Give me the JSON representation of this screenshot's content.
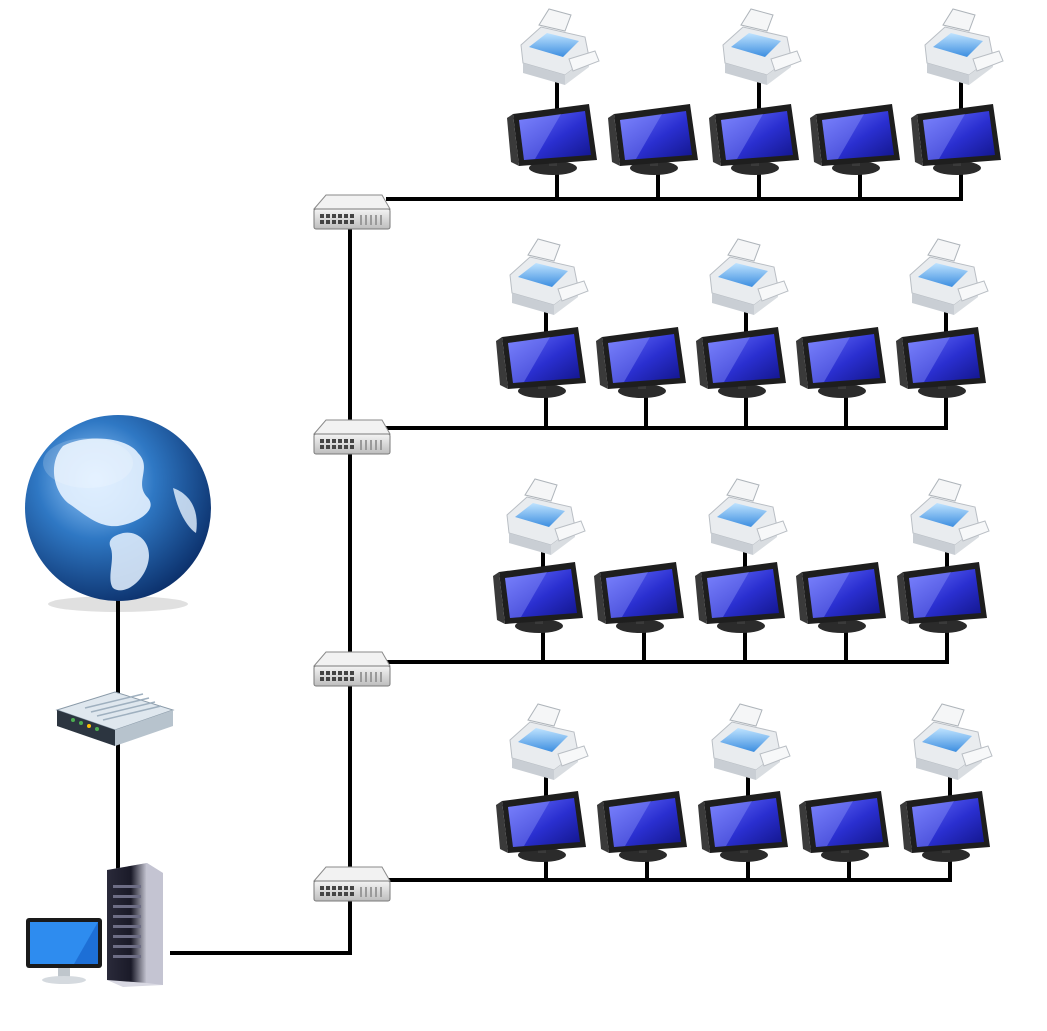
{
  "title": "",
  "diagram": {
    "type": "network-topology",
    "nodes": {
      "internet": {
        "icon": "globe-icon"
      },
      "modem": {
        "icon": "modem-icon"
      },
      "server": {
        "icon": "server-tower-icon"
      },
      "admin_workstation": {
        "icon": "desktop-monitor-icon"
      }
    },
    "switch_rows": [
      {
        "switch_icon": "network-switch-icon",
        "computers": 5,
        "printers_above_computers": [
          1,
          3,
          5
        ]
      },
      {
        "switch_icon": "network-switch-icon",
        "computers": 5,
        "printers_above_computers": [
          1,
          3,
          5
        ]
      },
      {
        "switch_icon": "network-switch-icon",
        "computers": 5,
        "printers_above_computers": [
          1,
          3,
          5
        ]
      },
      {
        "switch_icon": "network-switch-icon",
        "computers": 5,
        "printers_above_computers": [
          1,
          3,
          5
        ]
      }
    ],
    "computer_icon": "computer-monitor-icon",
    "printer_icon": "printer-icon",
    "link_color": "#000000",
    "screen_color": "#2a2fd0",
    "globe_ocean_color": "#1f5fa8",
    "switch_color": "#e2e2e2"
  }
}
